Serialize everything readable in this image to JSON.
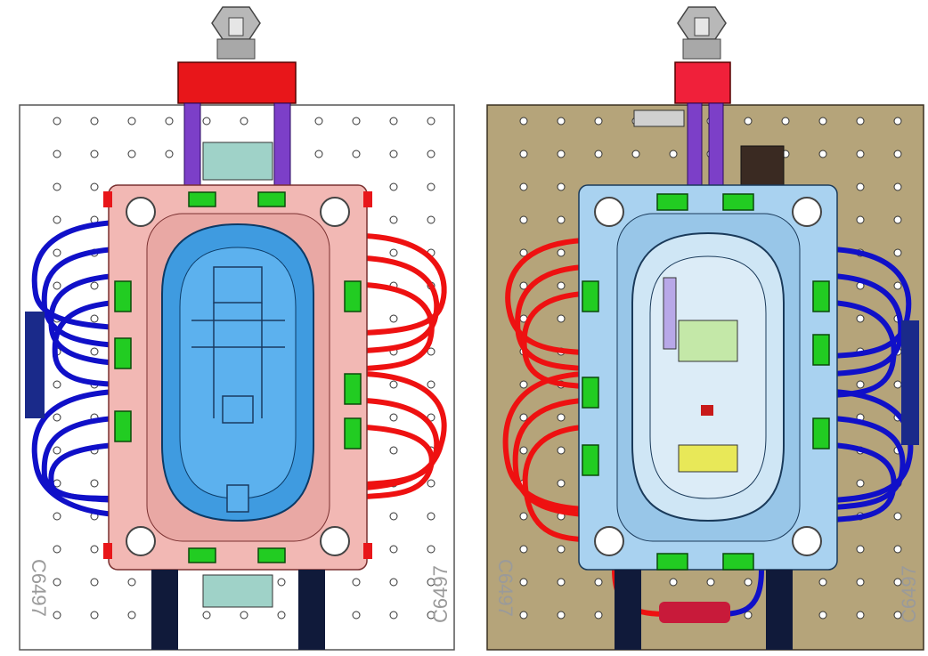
{
  "views": [
    {
      "id": "left-mold-view",
      "plate_label": "C6497",
      "colors": {
        "base_plate": "#ffffff",
        "mold_frame": "#f2b8b4",
        "cavity": "#3f9be0",
        "lifting_block": "#e8161a",
        "guide_pillars": "#7c3fc8",
        "pads": "#22cc22",
        "cooling_left": "#1010c8",
        "cooling_right": "#ee1111"
      }
    },
    {
      "id": "right-mold-view",
      "plate_label": "C6497",
      "colors": {
        "base_plate": "#b5a47a",
        "mold_frame": "#a9d2f0",
        "cavity": "#cfe6f5",
        "lifting_block": "#f0203a",
        "guide_pillars": "#7c3fc8",
        "pads": "#22cc22",
        "cooling_left": "#ee1111",
        "cooling_right": "#1010c8"
      }
    }
  ]
}
